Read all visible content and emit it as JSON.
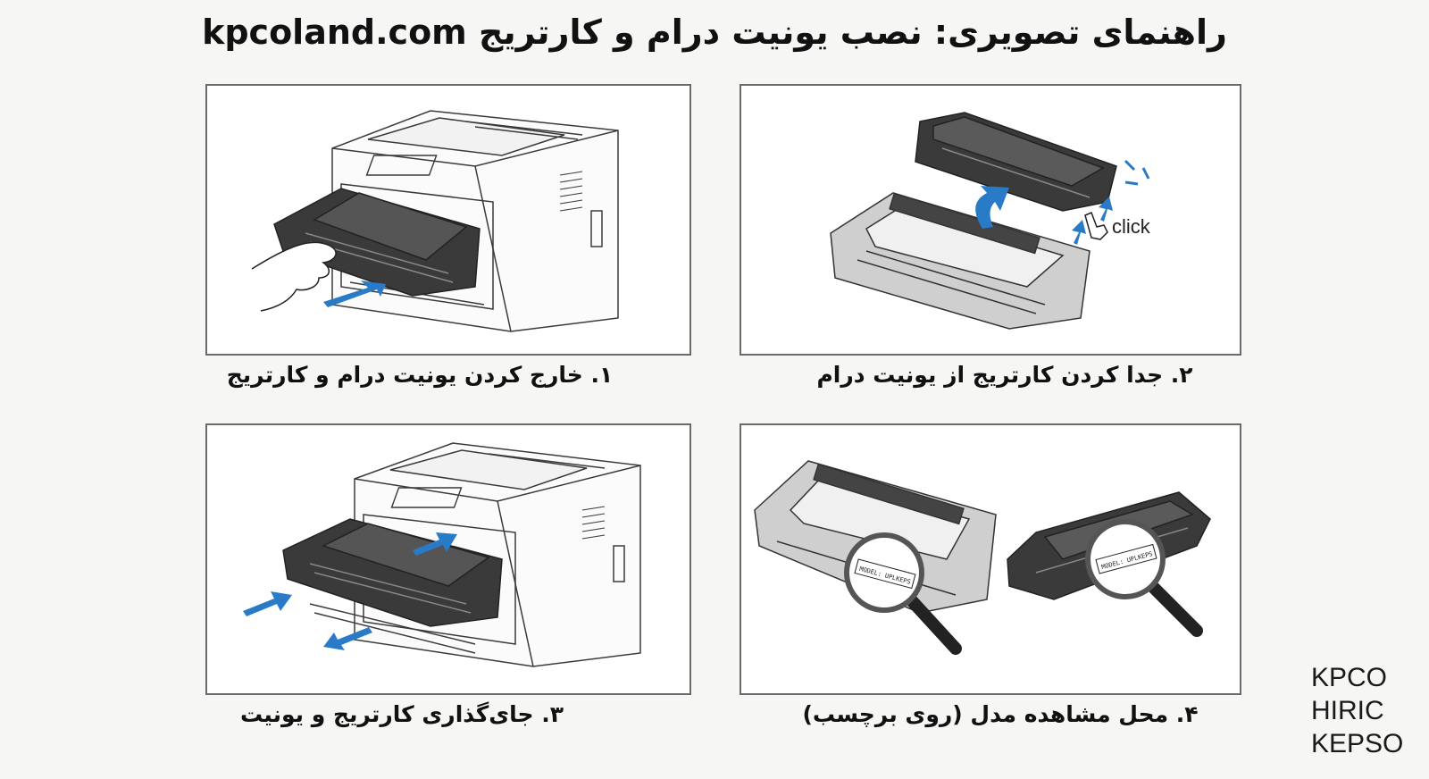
{
  "title": "راهنمای تصویری: نصب یونیت درام و کارتریج kpcoland.com",
  "steps": [
    {
      "caption": "۱. خارج کردن یونیت درام و کارتریج"
    },
    {
      "caption": "۲. جدا کردن کارتریج از یونیت درام",
      "annotation": "click"
    },
    {
      "caption": "۳. جای‌گذاری کارتریج و یونیت"
    },
    {
      "caption": "۴. محل مشاهده مدل (روی برچسب)",
      "label_text": "MODEL: UPLKEPS"
    }
  ],
  "watermark": [
    "KPCO",
    "HIRIC",
    "KEPSO"
  ],
  "colors": {
    "arrow": "#2a7bc7",
    "line": "#3a3a3a",
    "toner": "#2b2b2b",
    "panel_border": "#6a6a6a"
  }
}
